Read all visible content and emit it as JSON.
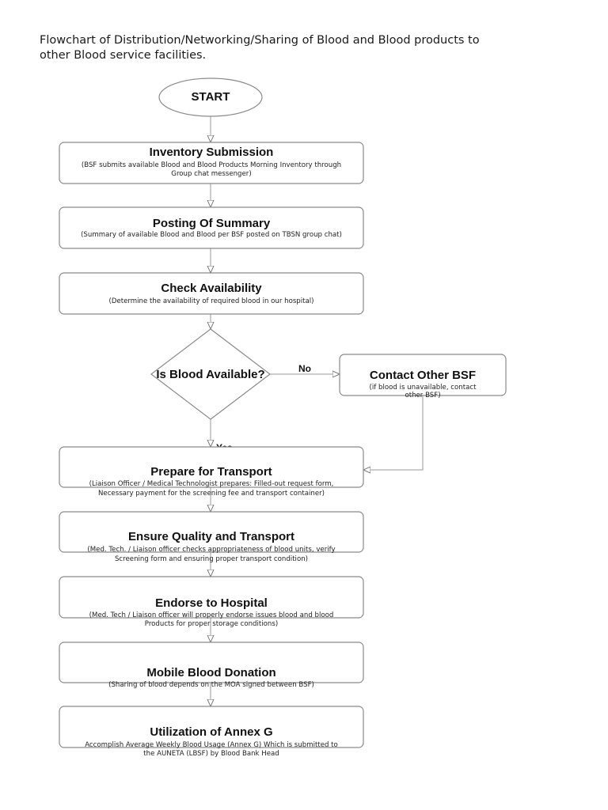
{
  "title": {
    "line1": "Flowchart of Distribution/Networking/Sharing of Blood and Blood products to",
    "line2": "other Blood service facilities."
  },
  "nodes": {
    "start": {
      "label": "START"
    },
    "inventory": {
      "title": "Inventory Submission",
      "sub1": "(BSF submits available Blood and Blood Products Morning Inventory through",
      "sub2": "Group chat messenger)"
    },
    "posting": {
      "title": "Posting Of Summary",
      "sub1": "(Summary of available Blood and Blood per BSF posted on TBSN group chat)"
    },
    "check": {
      "title": "Check Availability",
      "sub1": "(Determine the availability of required blood in our hospital)"
    },
    "decision": {
      "label": "Is Blood Available?"
    },
    "contact": {
      "title": "Contact Other BSF",
      "sub1": "(if blood is unavailable, contact",
      "sub2": "other BSF)"
    },
    "prepare": {
      "title": "Prepare for Transport",
      "sub1": "(Liaison Officer / Medical Technologist prepares: Filled-out request form,",
      "sub2": "Necessary payment for the screening fee and transport container)"
    },
    "quality": {
      "title": "Ensure Quality and Transport",
      "sub1": "(Med. Tech. / Liaison officer checks appropriateness of blood units, verify",
      "sub2": "Screening form and ensuring proper transport condition)"
    },
    "endorse": {
      "title": "Endorse to Hospital",
      "sub1": "(Med. Tech / Liaison officer will properly endorse issues blood and blood",
      "sub2": "Products for proper storage conditions)"
    },
    "mobile": {
      "title": "Mobile Blood Donation",
      "sub1": "(Sharing of blood depends on the MOA signed between BSF)"
    },
    "annex": {
      "title": "Utilization of Annex G",
      "sub1": "Accomplish Average Weekly Blood Usage (Annex G) Which is submitted to",
      "sub2": "the AUNETA (LBSF) by Blood Bank Head"
    }
  },
  "edges": {
    "no_label": "No",
    "yes_label": "Yes"
  },
  "colors": {
    "border": "#8a8a8a",
    "line": "#9a9a9a",
    "text": "#111111"
  }
}
